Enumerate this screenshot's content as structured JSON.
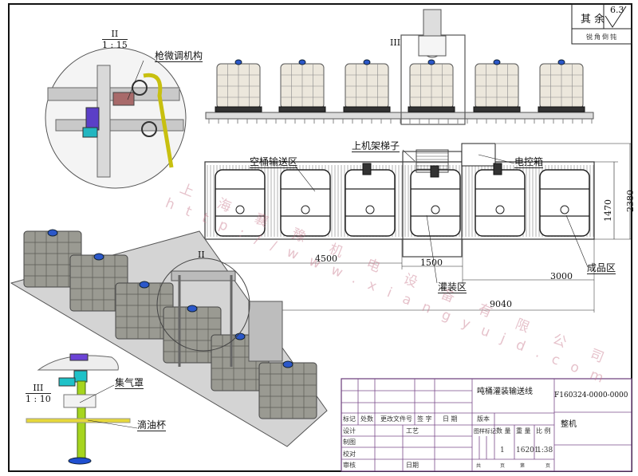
{
  "roughness": {
    "label": "其 余",
    "value": "6.3",
    "note": "锐角倒钝"
  },
  "detail_ii": {
    "name": "II",
    "scale": "1 : 15",
    "callout": "枪微调机构"
  },
  "detail_iii": {
    "name": "III",
    "scale": "1 : 10",
    "callouts": [
      "集气罩",
      "滴油杯"
    ]
  },
  "elevation_view": {
    "section_mark": "III"
  },
  "plan_view": {
    "section_mark": "II",
    "callouts": {
      "ladder": "上机架梯子",
      "control_box": "电控箱",
      "empty_zone": "空桶输送区",
      "filling_zone": "灌装区",
      "finished_zone": "成品区"
    },
    "dimensions": {
      "empty_length": "4500",
      "filling_length": "1500",
      "finished_length": "3000",
      "total_length": "9040",
      "width_inner": "1470",
      "width_total": "2380"
    }
  },
  "watermark": {
    "company": "上海襄豫机电设备有限公司",
    "url": "http://www.xiangyujd.com"
  },
  "title_block": {
    "title": "吨桶灌装输送线",
    "drawing_no": "F160324-0000-0000",
    "part_name": "整机",
    "headers": [
      "标记",
      "处数",
      "更改文件号",
      "签 字",
      "日  期"
    ],
    "version_label": "版本",
    "roles": [
      "设计",
      "制图",
      "校对",
      "审核"
    ],
    "process_label": "工艺",
    "date_label": "日期",
    "columns": [
      "图样标记",
      "数  量",
      "重  量",
      "比  例"
    ],
    "quantity": "1",
    "weight": "16201.",
    "scale": "1:38",
    "sheet_labels": [
      "共",
      "页",
      "第",
      "页"
    ]
  }
}
